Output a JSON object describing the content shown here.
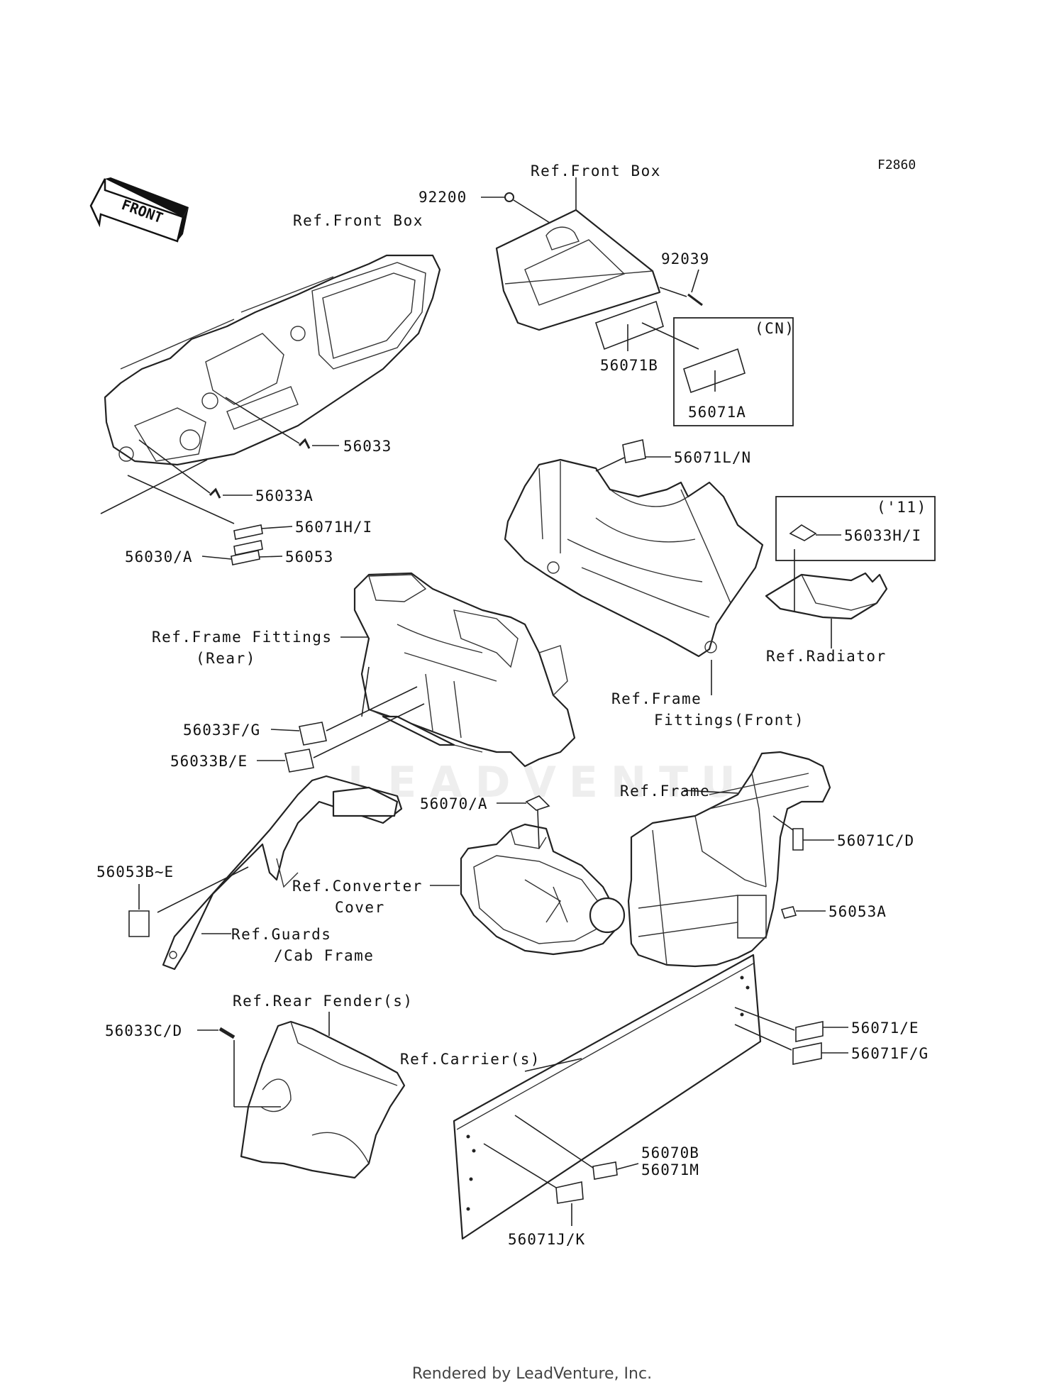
{
  "figure_code": "F2860",
  "front_arrow": "FRONT",
  "watermark": "LEADVENTURE",
  "footer": "Rendered by LeadVenture, Inc.",
  "references": {
    "front_box_top": "Ref.Front Box",
    "front_box_left": "Ref.Front Box",
    "frame_fittings_rear_1": "Ref.Frame Fittings",
    "frame_fittings_rear_2": "(Rear)",
    "frame_fittings_front_1": "Ref.Frame",
    "frame_fittings_front_2": "Fittings(Front)",
    "radiator": "Ref.Radiator",
    "frame": "Ref.Frame",
    "converter_cover_1": "Ref.Converter",
    "converter_cover_2": "Cover",
    "guards_1": "Ref.Guards",
    "guards_2": "/Cab Frame",
    "rear_fender": "Ref.Rear Fender(s)",
    "carrier": "Ref.Carrier(s)"
  },
  "variants": {
    "cn": "(CN)",
    "y11": "('11)"
  },
  "parts": {
    "p92200": "92200",
    "p92039": "92039",
    "p56071B": "56071B",
    "p56071A": "56071A",
    "p56033": "56033",
    "p56033A": "56033A",
    "p56071HI": "56071H/I",
    "p56030A": "56030/A",
    "p56053": "56053",
    "p56071LN": "56071L/N",
    "p56033HI": "56033H/I",
    "p56033FG": "56033F/G",
    "p56033BE": "56033B/E",
    "p56070A": "56070/A",
    "p56071CD": "56071C/D",
    "p56053BE": "56053B~E",
    "p56053A": "56053A",
    "p56033CD": "56033C/D",
    "p56071E": "56071/E",
    "p56071FG": "56071F/G",
    "p56070B": "56070B",
    "p56071M": "56071M",
    "p56071JK": "56071J/K"
  }
}
